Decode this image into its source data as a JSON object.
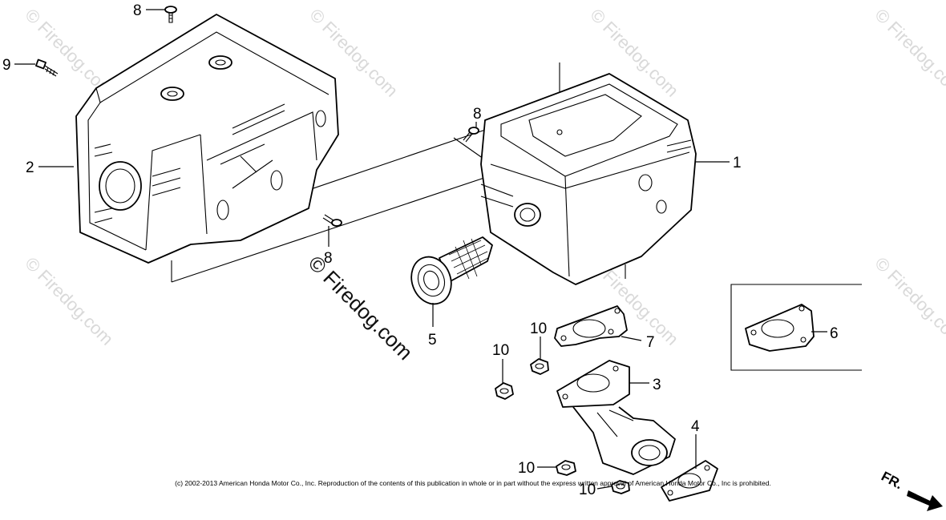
{
  "watermark": "© Firedog.com",
  "callouts": {
    "c1": "1",
    "c2": "2",
    "c3": "3",
    "c4": "4",
    "c5": "5",
    "c6": "6",
    "c7": "7",
    "c8a": "8",
    "c8b": "8",
    "c8c": "8",
    "c9": "9",
    "c10a": "10",
    "c10b": "10",
    "c10c": "10",
    "c10d": "10"
  },
  "direction_label": "FR.",
  "copyright": "(c) 2002-2013 American Honda Motor Co., Inc. Reproduction of the contents of this publication in whole or in part without the express written approval of American Honda Motor Co., Inc is prohibited."
}
